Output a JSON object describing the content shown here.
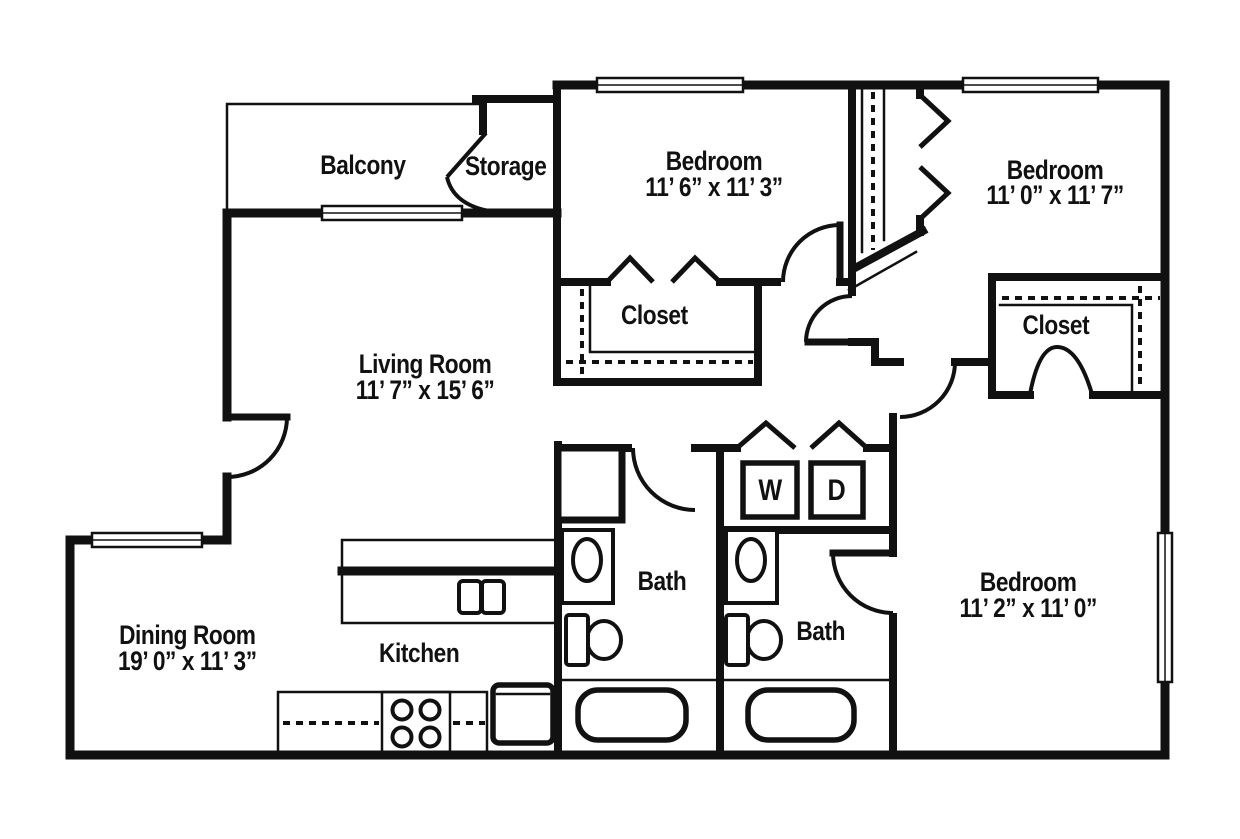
{
  "floor_plan": {
    "background_color": "#ffffff",
    "wall_color": "#111111",
    "rooms": {
      "balcony": {
        "label": "Balcony"
      },
      "storage": {
        "label": "Storage"
      },
      "bedroom_top_left": {
        "label": "Bedroom",
        "dimensions": "11’ 6” x 11’ 3”"
      },
      "bedroom_top_right": {
        "label": "Bedroom",
        "dimensions": "11’ 0” x 11’ 7”"
      },
      "bedroom_bottom_right": {
        "label": "Bedroom",
        "dimensions": "11’ 2” x 11’ 0”"
      },
      "living_room": {
        "label": "Living Room",
        "dimensions": "11’ 7” x 15’ 6”"
      },
      "dining_room": {
        "label": "Dining Room",
        "dimensions": "19’ 0” x 11’ 3”"
      },
      "kitchen": {
        "label": "Kitchen"
      },
      "bath_left": {
        "label": "Bath"
      },
      "bath_right": {
        "label": "Bath"
      },
      "closet_top": {
        "label": "Closet"
      },
      "closet_right": {
        "label": "Closet"
      }
    },
    "appliances": {
      "washer": {
        "label": "W"
      },
      "dryer": {
        "label": "D"
      }
    }
  }
}
